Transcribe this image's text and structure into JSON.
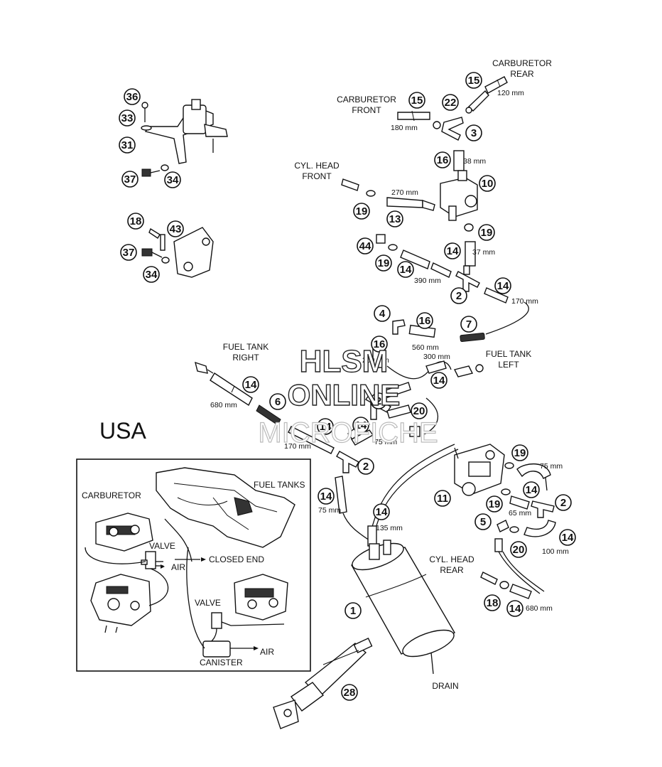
{
  "watermark": {
    "line1": "HLSM",
    "line2": "ONLINE",
    "line3": "MICROFICHE"
  },
  "region_label": "USA",
  "labels": {
    "carb_rear_1": "CARBURETOR",
    "carb_rear_2": "REAR",
    "carb_front_1": "CARBURETOR",
    "carb_front_2": "FRONT",
    "cyl_head_front_1": "CYL. HEAD",
    "cyl_head_front_2": "FRONT",
    "fuel_tank_right_1": "FUEL TANK",
    "fuel_tank_right_2": "RIGHT",
    "fuel_tank_left_1": "FUEL TANK",
    "fuel_tank_left_2": "LEFT",
    "cyl_head_rear_1": "CYL. HEAD",
    "cyl_head_rear_2": "REAR",
    "drain": "DRAIN"
  },
  "inset": {
    "carburetor": "CARBURETOR",
    "fuel_tanks": "FUEL TANKS",
    "valve_top": "VALVE",
    "air_top": "AIR",
    "closed_end": "CLOSED END",
    "valve_bottom": "VALVE",
    "canister": "CANISTER",
    "air_bottom": "AIR"
  },
  "dimensions": {
    "d120": "120 mm",
    "d180": "180 mm",
    "d38": "38 mm",
    "d270": "270 mm",
    "d37": "37 mm",
    "d390": "390 mm",
    "d170a": "170 mm",
    "d560": "560 mm",
    "d300": "300 mm",
    "d200": "200 mm",
    "d680a": "680 mm",
    "d170b": "170 mm",
    "d75a": "75 mm",
    "d75b": "75 mm",
    "d135": "135 mm",
    "d75c": "75 mm",
    "d65": "65 mm",
    "d100": "100 mm",
    "d680b": "680 mm"
  },
  "callouts": {
    "c36": "36",
    "c33": "33",
    "c31": "31",
    "c37a": "37",
    "c34a": "34",
    "c18a": "18",
    "c43": "43",
    "c37b": "37",
    "c34b": "34",
    "c15a": "15",
    "c15b": "15",
    "c22": "22",
    "c3": "3",
    "c16a": "16",
    "c10": "10",
    "c19a": "19",
    "c13": "13",
    "c19b": "19",
    "c44": "44",
    "c19c": "19",
    "c14a": "14",
    "c14b": "14",
    "c2a": "2",
    "c14c": "14",
    "c4": "4",
    "c16b": "16",
    "c7": "7",
    "c16c": "16",
    "c14d": "14",
    "c6": "6",
    "c14e": "14",
    "c2b": "2",
    "c20a": "20",
    "c14f": "14",
    "c14g": "14",
    "c2c": "2",
    "c14h": "14",
    "c14i": "14",
    "c19d": "19",
    "c14j": "14",
    "c11": "11",
    "c19e": "19",
    "c2d": "2",
    "c5": "5",
    "c14k": "14",
    "c20b": "20",
    "c1": "1",
    "c18b": "18",
    "c14l": "14",
    "c28": "28"
  }
}
